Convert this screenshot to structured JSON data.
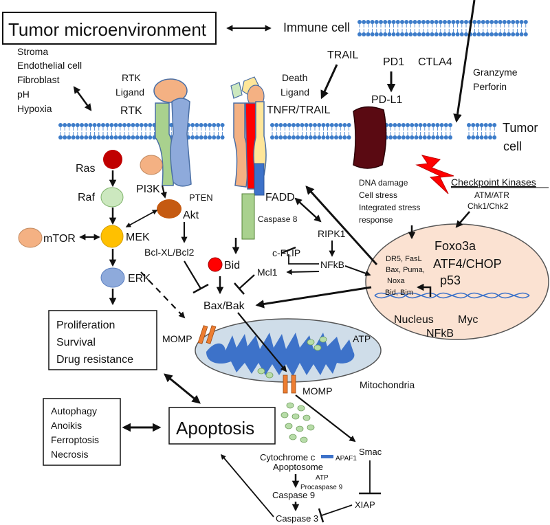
{
  "header": {
    "tumor_microenvironment": "Tumor microenvironment",
    "immune_cell": "Immune cell",
    "tumor": "Tumor",
    "cell": "cell"
  },
  "tme_factors": [
    "Stroma",
    "Endothelial cell",
    "Fibroblast",
    "pH",
    "Hypoxia"
  ],
  "immune_labels": {
    "trail": "TRAIL",
    "pd1": "PD1",
    "ctla4": "CTLA4",
    "pdl1": "PD-L1",
    "granzyme": "Granzyme",
    "perforin": "Perforin"
  },
  "receptor_labels": {
    "rtk_ligand_1": "RTK",
    "rtk_ligand_2": "Ligand",
    "rtk": "RTK",
    "death_ligand_1": "Death",
    "death_ligand_2": "Ligand",
    "tnfr_trail": "TNFR/TRAIL"
  },
  "pathway": {
    "ras": "Ras",
    "raf": "Raf",
    "pi3k": "PI3K",
    "pten": "PTEN",
    "akt": "Akt",
    "mtor": "mTOR",
    "mek": "MEK",
    "erk": "ERK",
    "bcl": "Bcl-XL/Bcl2",
    "fadd": "FADD",
    "caspase8": "Caspase 8",
    "ripk1": "RIPK1",
    "cflip": "c-FLIP",
    "nfkb": "NFkB",
    "mcl1": "Mcl1",
    "bid": "Bid",
    "baxbak": "Bax/Bak"
  },
  "stress": [
    "DNA damage",
    "Cell stress",
    "Integrated stress",
    "response"
  ],
  "checkpoint": {
    "title": "Checkpoint Kinases",
    "line1": "ATM/ATR",
    "line2": "Chk1/Chk2"
  },
  "nucleus": {
    "foxo3a": "Foxo3a",
    "atf4": "ATF4/CHOP",
    "p53": "p53",
    "genes": [
      "DR5, FasL",
      "Bax, Puma,",
      "Noxa",
      "Bid, Bim"
    ],
    "label": "Nucleus",
    "myc": "Myc",
    "nfkb": "NFkB"
  },
  "outcomes": {
    "proliferation": "Proliferation",
    "survival": "Survival",
    "drug_resistance": "Drug resistance"
  },
  "other_deaths": [
    "Autophagy",
    "Anoikis",
    "Ferroptosis",
    "Necrosis"
  ],
  "mito": {
    "momp": "MOMP",
    "atp": "ATP",
    "label": "Mitochondria",
    "momp2": "MOMP"
  },
  "apoptosis": "Apoptosis",
  "downstream": {
    "cytochrome_c": "Cytochrome c",
    "apaf1": "APAF1",
    "apoptosome": "Apoptosome",
    "atp": "ATP",
    "procaspase9": "Procaspase 9",
    "caspase9": "Caspase 9",
    "caspase3": "Caspase 3",
    "smac": "Smac",
    "xiap": "XIAP"
  },
  "colors": {
    "membrane_blue": "#3d7cc9",
    "ras_red": "#c00000",
    "raf_green": "#cce8bf",
    "mek_yellow": "#ffc000",
    "erk_blue": "#8eaadb",
    "akt_brown": "#c55a11",
    "peach": "#f4b183",
    "green": "#a9d18e",
    "nucleus_fill": "#fbe2d2",
    "mito_fill": "#cfdde9",
    "mito_inner": "#3d72c9",
    "pdl1": "#5a0a12",
    "lightning": "#ff0000",
    "momp_orange": "#ed7d31",
    "dots": "#b7dca8"
  }
}
